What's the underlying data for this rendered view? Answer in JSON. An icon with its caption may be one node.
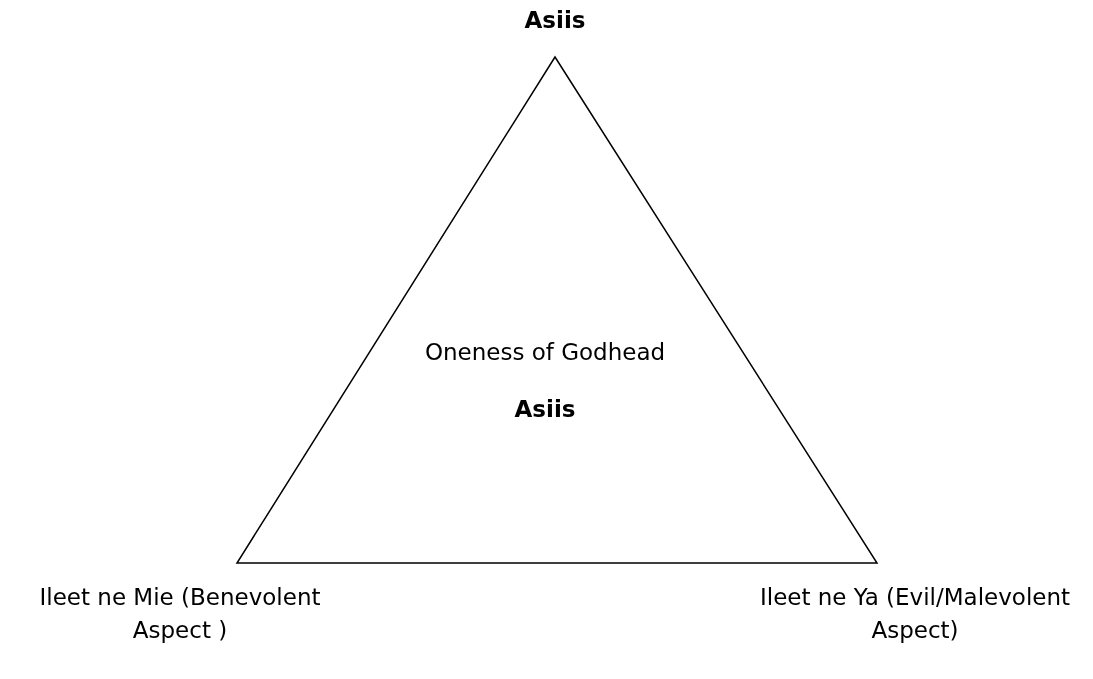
{
  "diagram": {
    "nodes": [
      {
        "text": [
          "Oneness of Godhead",
          "Asiis"
        ]
      }
    ],
    "edges": [],
    "labels": [
      "Asiis",
      "Ileet ne Mie (Benevolent Aspect )",
      "Ileet ne Ya (Evil/Malevolent Aspect)"
    ]
  }
}
